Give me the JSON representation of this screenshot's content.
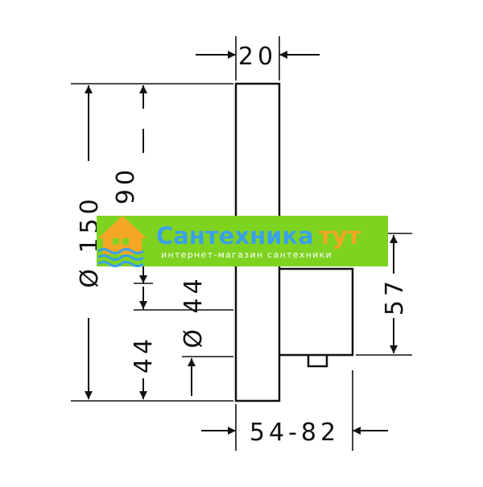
{
  "drawing": {
    "dims": {
      "depth_top": "20",
      "diameter_plate": "Ø 150",
      "height_upper": "90",
      "height_body": "57",
      "lower_a": "44",
      "lower_b": "Ø 44",
      "projection": "54-82"
    }
  },
  "watermark": {
    "title_main": "Сантехника",
    "title_accent": "тут",
    "subtitle": "интернет-магазин сантехники",
    "colors": {
      "band": "#7ed321",
      "title": "#3aa0e8",
      "accent": "#f5a623",
      "house": "#f5a623",
      "water": "#3aa0e8"
    },
    "icons": [
      "house-icon",
      "water-waves-icon"
    ]
  }
}
